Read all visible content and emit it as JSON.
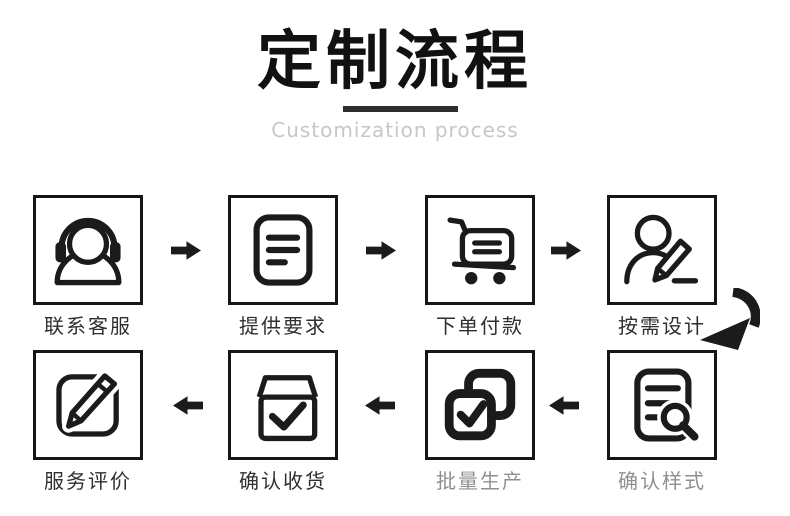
{
  "page": {
    "title": "定制流程",
    "subtitle": "Customization process"
  },
  "colors": {
    "ink": "#1b1b1b",
    "title": "#111111",
    "underline": "#2d2d2d",
    "subtitle_gray": "#c7c7c7",
    "label": "#2f2f2f",
    "label_faded": "#8f8f8f"
  },
  "steps": [
    {
      "label": "联系客服",
      "icon": "headset-agent-icon"
    },
    {
      "label": "提供要求",
      "icon": "document-lines-icon"
    },
    {
      "label": "下单付款",
      "icon": "shopping-cart-icon"
    },
    {
      "label": "按需设计",
      "icon": "designer-pencil-icon"
    },
    {
      "label": "确认样式",
      "icon": "document-search-icon"
    },
    {
      "label": "批量生产",
      "icon": "batch-check-icon"
    },
    {
      "label": "确认收货",
      "icon": "package-check-icon"
    },
    {
      "label": "服务评价",
      "icon": "review-pencil-icon"
    }
  ],
  "flow_icons": {
    "forward": "arrow-right-icon",
    "backward": "arrow-left-icon",
    "row_turn": "curved-arrow-down-left-icon"
  }
}
